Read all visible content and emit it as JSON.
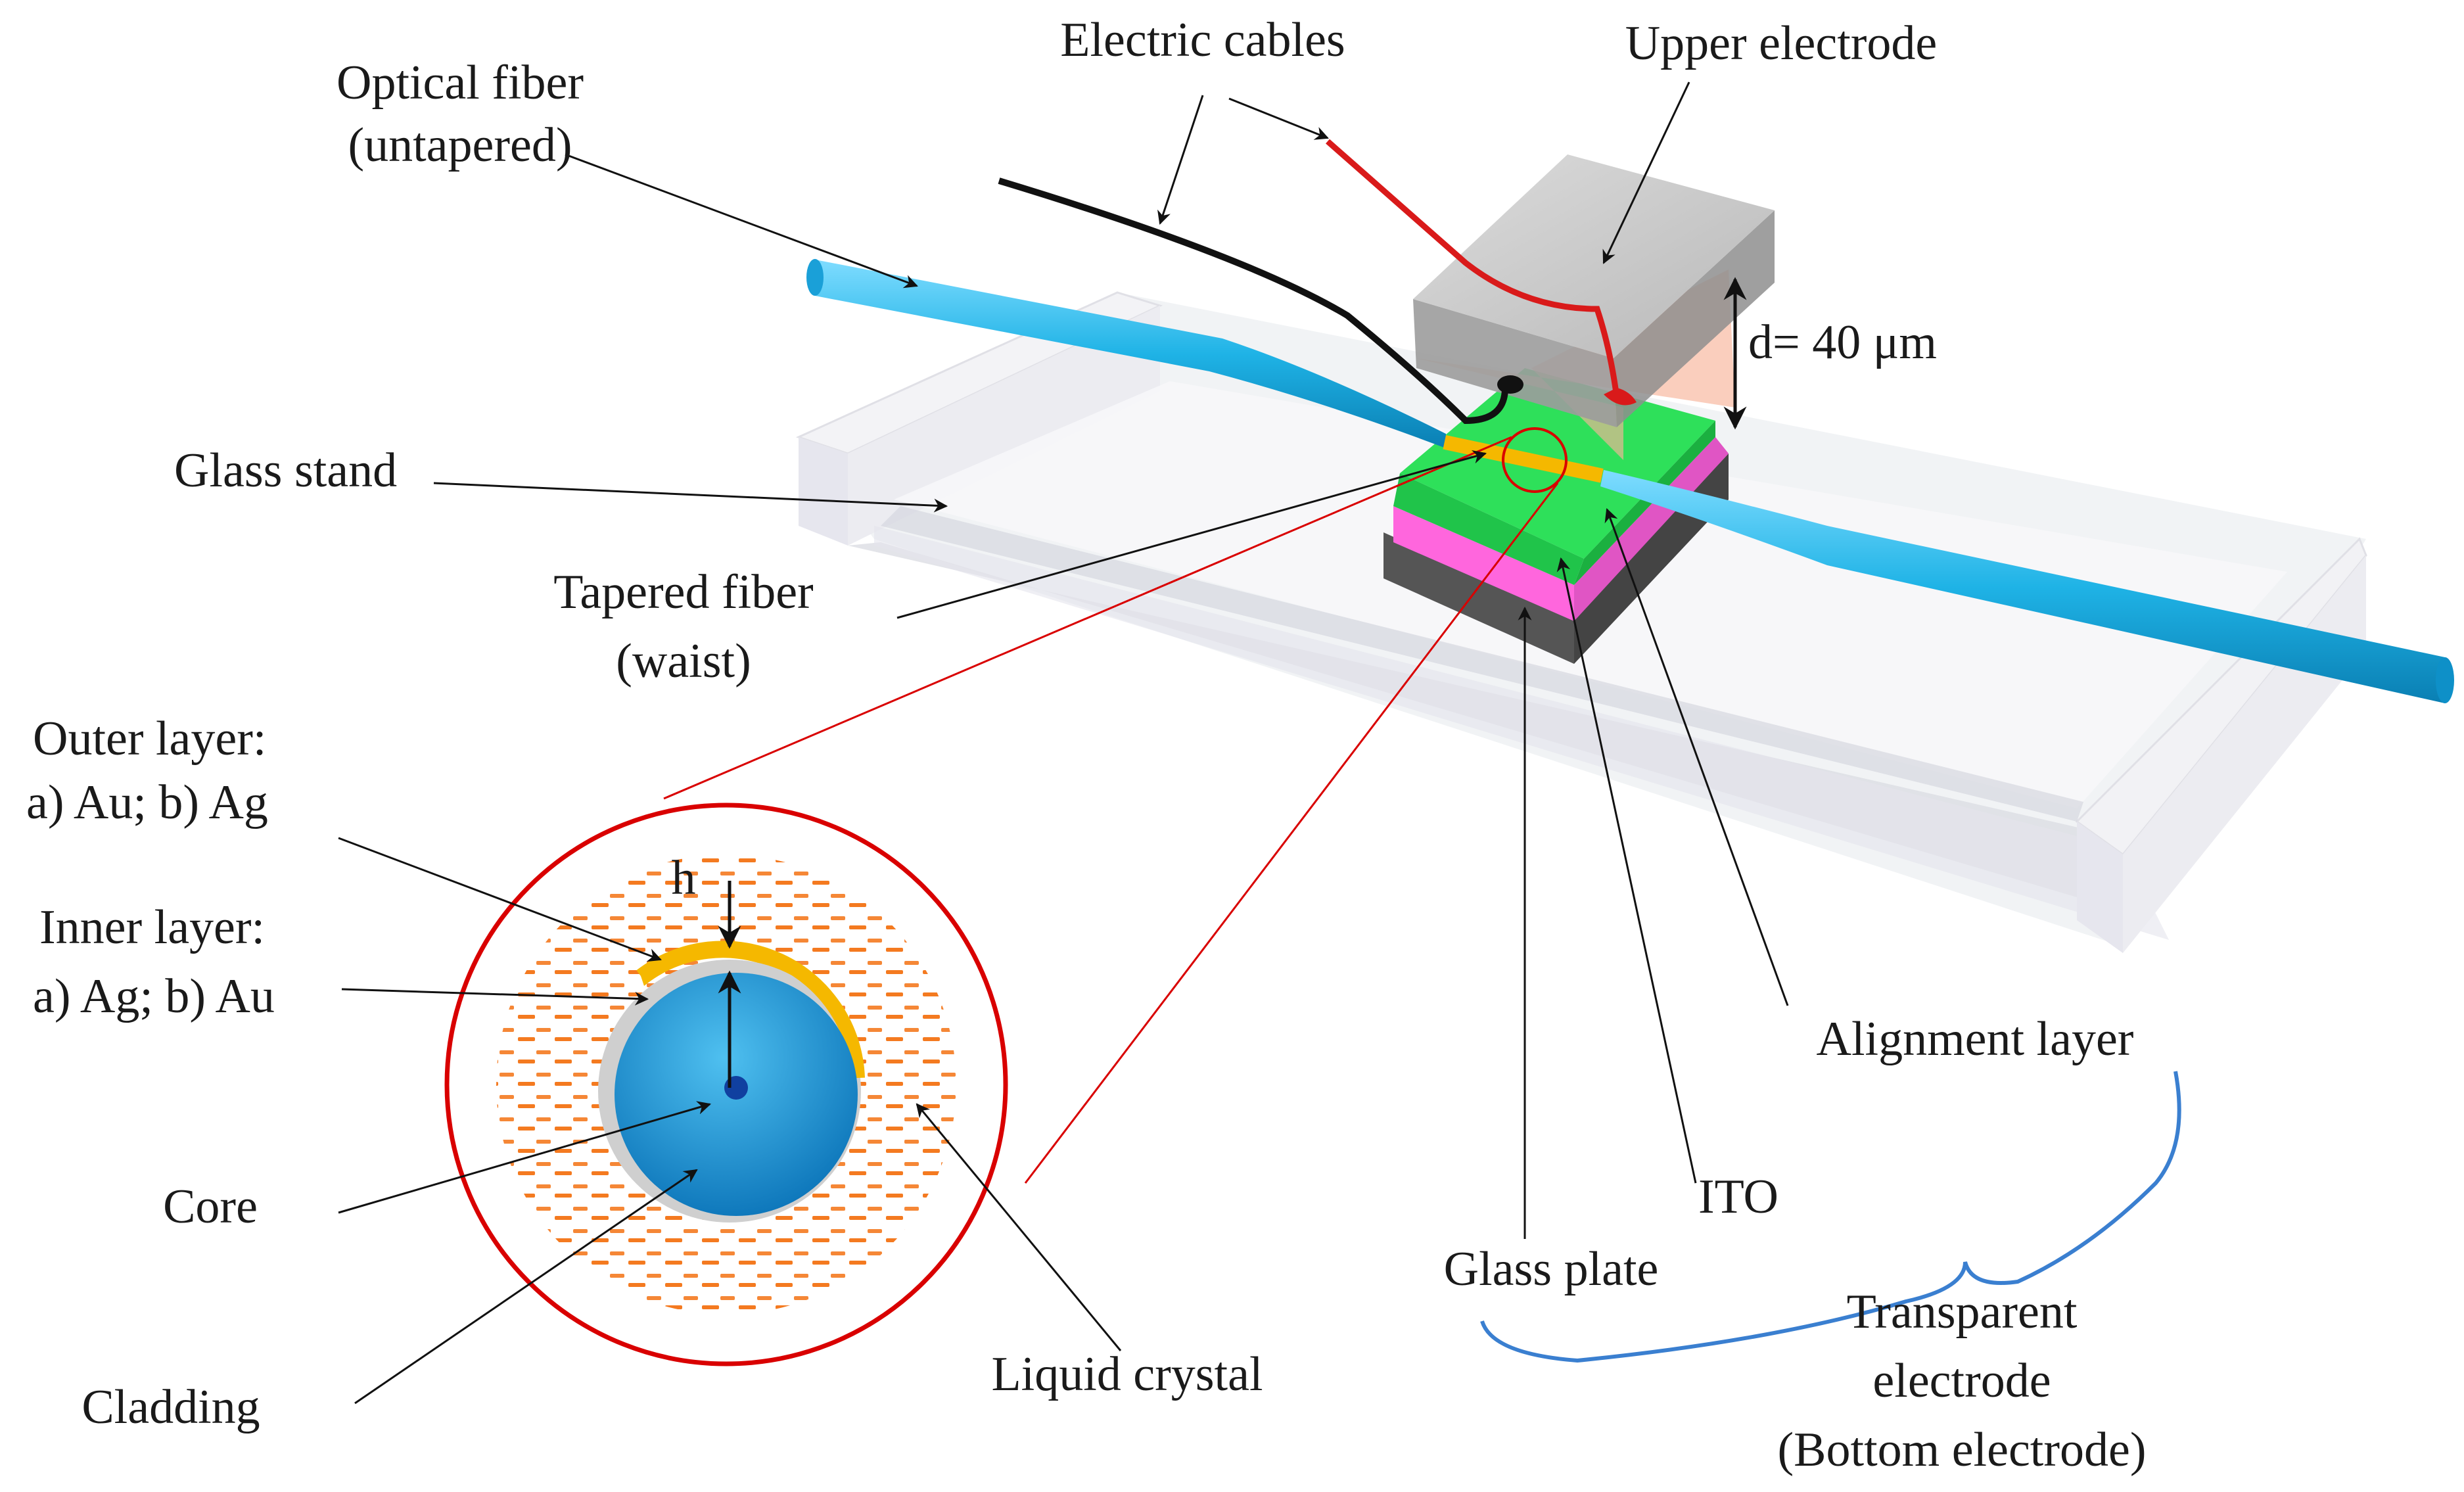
{
  "labels": {
    "optical_fiber": [
      "Optical fiber",
      "(untapered)"
    ],
    "electric_cables": "Electric cables",
    "upper_electrode": "Upper electrode",
    "gap": "d= 40 μm",
    "glass_stand": "Glass stand",
    "tapered_fiber": [
      "Tapered fiber",
      "(waist)"
    ],
    "outer_layer": [
      "Outer layer:",
      "a) Au; b) Ag"
    ],
    "inner_layer": [
      "Inner layer:",
      "a) Ag; b) Au"
    ],
    "thickness": "h",
    "core": "Core",
    "cladding": "Cladding",
    "liquid_crystal": "Liquid crystal",
    "alignment_layer": "Alignment layer",
    "ito": "ITO",
    "glass_plate": "Glass plate",
    "transparent_electrode": [
      "Transparent",
      "electrode",
      "(Bottom electrode)"
    ]
  },
  "colors": {
    "fiber": "#1fb3e6",
    "red_wire": "#d91a1a",
    "black_wire": "#111111",
    "electrode_gray": "#a9a9a9",
    "alignment_green": "#2ee05a",
    "ito_pink": "#ff66dd",
    "glass_plate": "#555555",
    "gold_layer": "#f5b800",
    "inner_layer": "#cfcfcf",
    "liquid_crystal": "#f47a20",
    "brace_blue": "#3a7fd0",
    "zoom_circle": "#d90000"
  }
}
